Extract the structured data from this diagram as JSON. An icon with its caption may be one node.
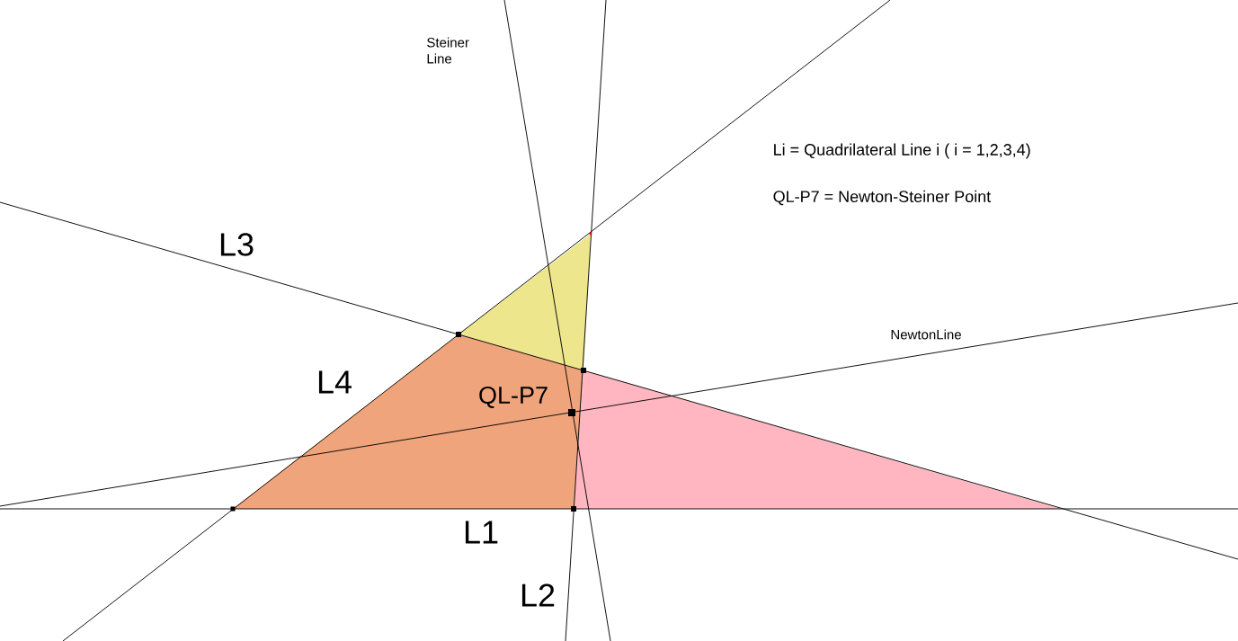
{
  "diagram": {
    "labels": [
      "Steiner Line",
      "Li = Quadrilateral Line i ( i = 1,2,3,4)",
      "QL-P7 = Newton-Steiner Point",
      "L3",
      "NewtonLine",
      "L4",
      "QL-P7",
      "L1",
      "L2"
    ]
  }
}
